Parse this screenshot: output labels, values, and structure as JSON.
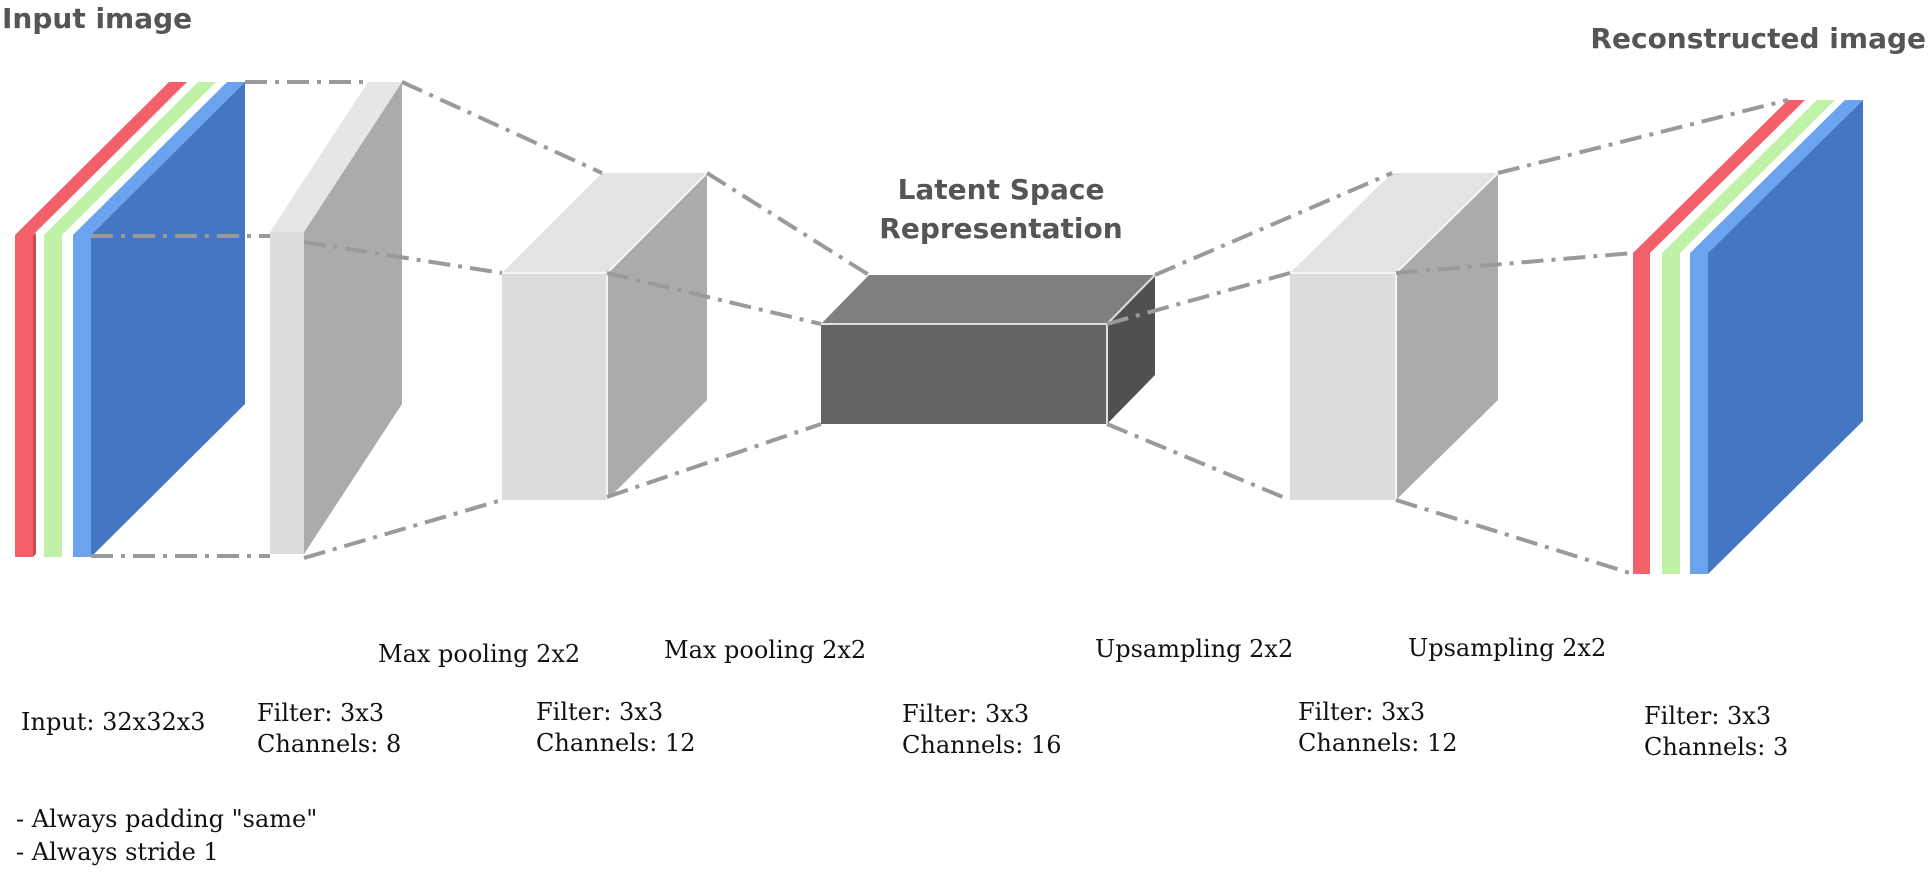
{
  "headings": {
    "input_image": "Input image",
    "reconstructed_image": "Reconstructed image",
    "latent_line1": "Latent Space",
    "latent_line2": "Representation"
  },
  "operations": {
    "pool1": "Max pooling 2x2",
    "pool2": "Max pooling 2x2",
    "up1": "Upsampling 2x2",
    "up2": "Upsampling 2x2"
  },
  "layers": {
    "input": "Input: 32x32x3",
    "conv1_filter": "Filter: 3x3",
    "conv1_channels": "Channels: 8",
    "conv2_filter": "Filter: 3x3",
    "conv2_channels": "Channels: 12",
    "latent_filter": "Filter: 3x3",
    "latent_channels": "Channels: 16",
    "deconv1_filter": "Filter: 3x3",
    "deconv1_channels": "Channels: 12",
    "out_filter": "Filter: 3x3",
    "out_channels": "Channels: 3"
  },
  "notes": {
    "padding": "- Always padding \"same\"",
    "stride": "- Always stride 1"
  },
  "colors": {
    "red_channel": "#f4606a",
    "green_channel": "#bff2a6",
    "blue_channel_light": "#6ca3ef",
    "blue_channel": "#4576c3",
    "light_grey": "#dcdcdc",
    "mid_grey": "#ababab",
    "dark_grey": "#646464",
    "guide_line": "#9a9a9a"
  }
}
